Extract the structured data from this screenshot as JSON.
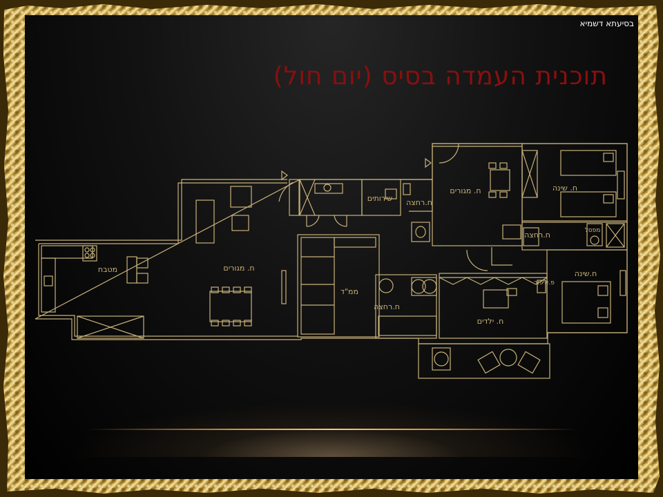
{
  "slide": {
    "corner_text": "בסיעתא דשמיא",
    "title": "תוכנית העמדה בסיס (יום חול)"
  },
  "floorplan": {
    "rooms": {
      "kitchen": "מטבח",
      "living": "ח. מגורים",
      "living_top": "ח. מגורים",
      "mamad": "ממ\"ד",
      "bedroom_top": "ח. שינה",
      "bedroom_main": "ח.שינה",
      "kids": "ח. ילדים",
      "services": "שירותים",
      "bath_top": "ח.רחצה",
      "bath_mid": "ח.רחצה",
      "bath_parents": "ח.רחצה",
      "mefalel": "מפסל",
      "wardrobe": "פ.איפור"
    }
  },
  "colors": {
    "title": "#8a0f0f",
    "plan_lines": "#c9b27a",
    "frame": "#c9a84a"
  }
}
